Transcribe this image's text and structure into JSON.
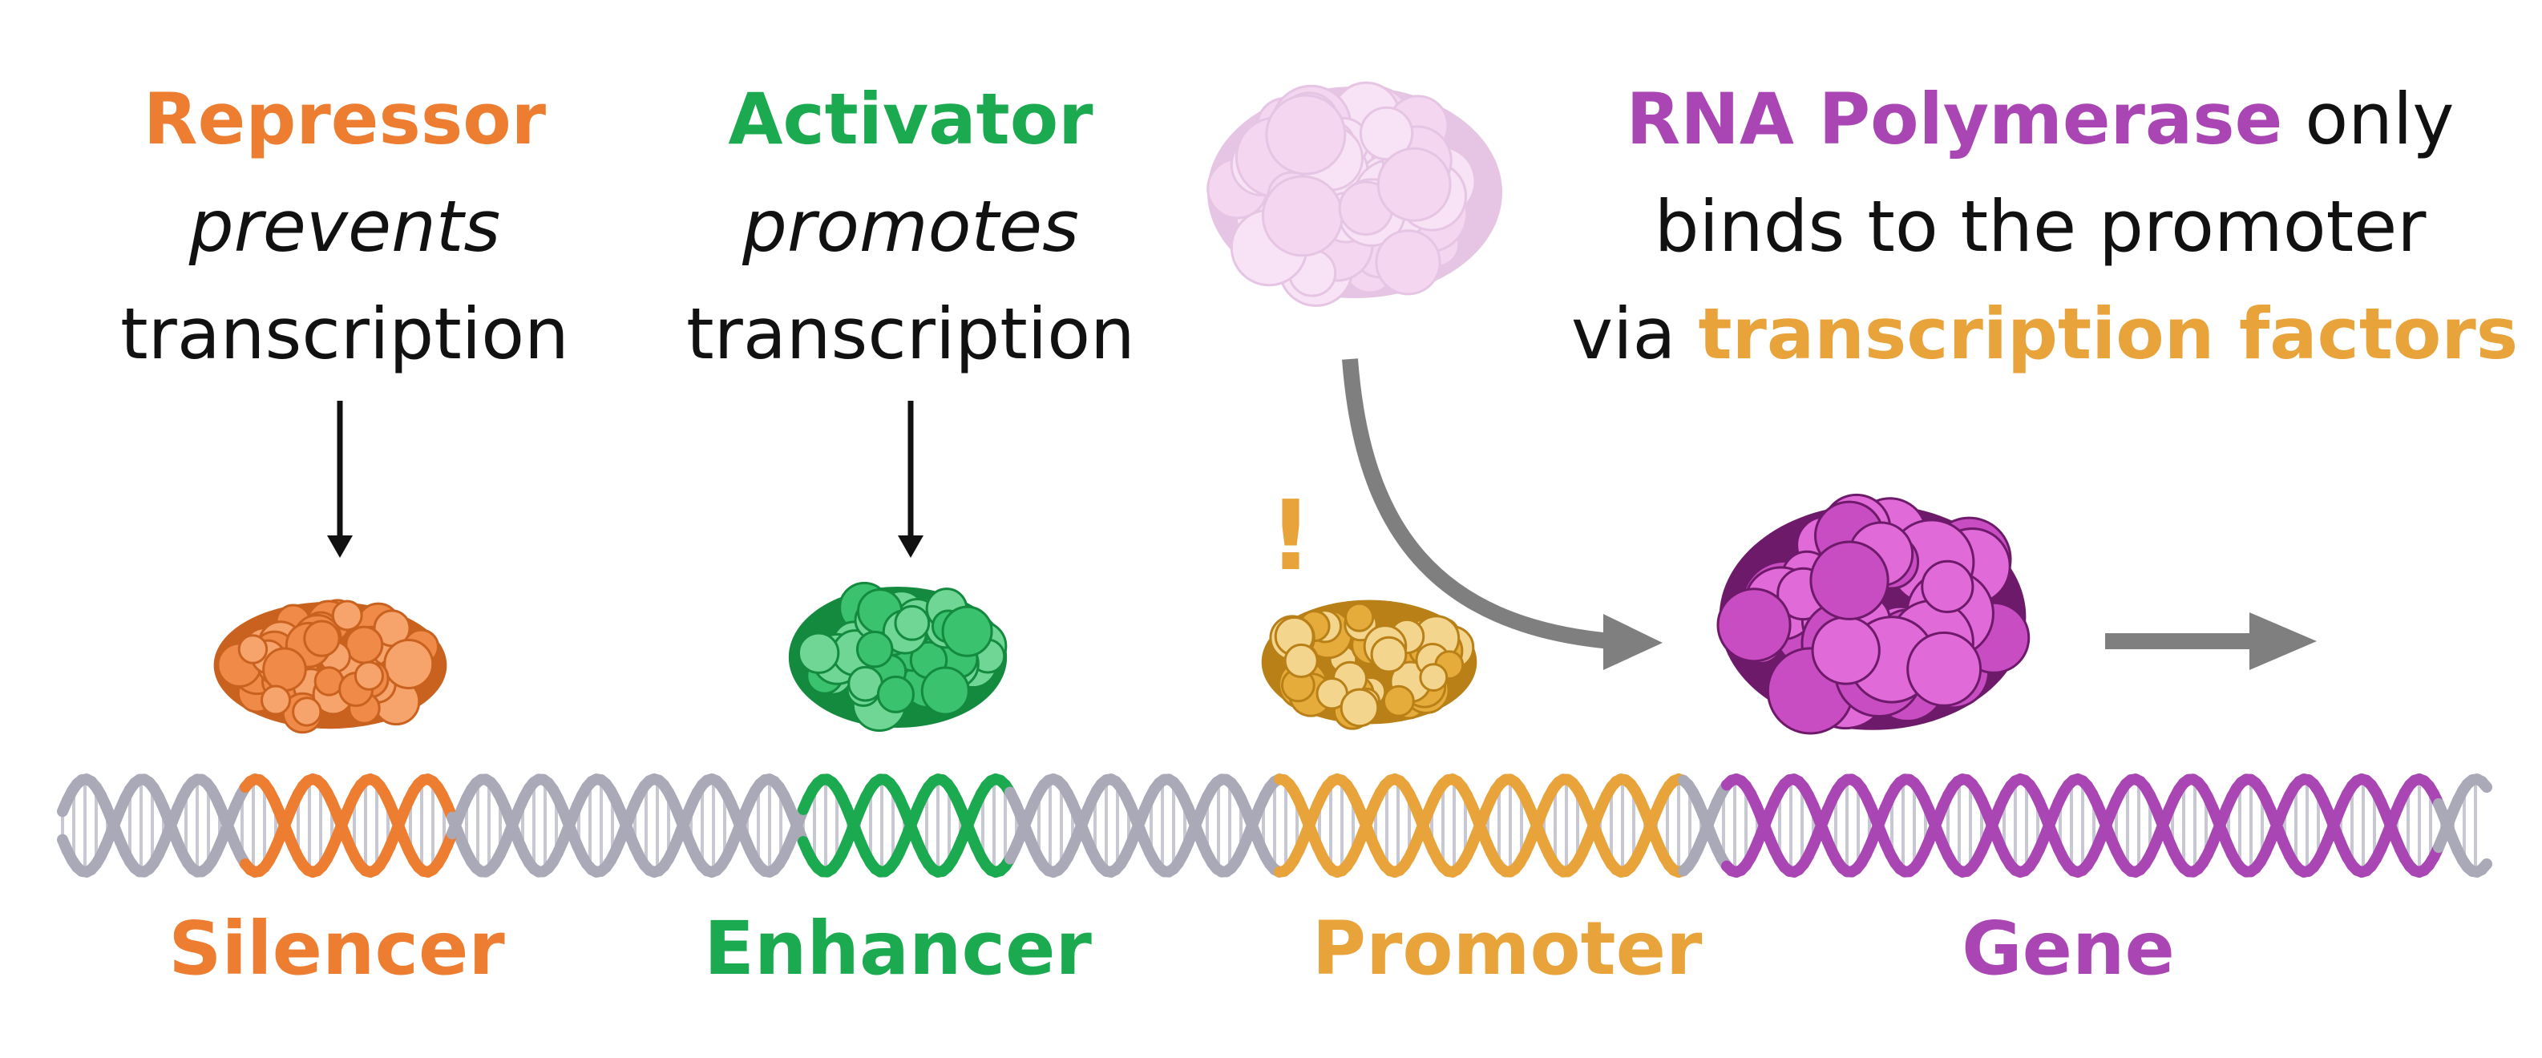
{
  "colors": {
    "repressor": "#ED7D31",
    "activator": "#1BAA50",
    "transcription_factor": "#E8A33A",
    "polymerase": "#A946B4",
    "text": "#111111",
    "arrow_gray": "#7F7F7F",
    "dna_gray": "#A9A9B8"
  },
  "repressor_caption": {
    "name": "Repressor",
    "verb": "prevents",
    "object": "transcription"
  },
  "activator_caption": {
    "name": "Activator",
    "verb": "promotes",
    "object": "transcription"
  },
  "polymerase_caption": {
    "name": "RNA Polymerase",
    "line1_rest": " only",
    "line2": "binds to the promoter",
    "line3_prefix": "via ",
    "factors": "transcription factors"
  },
  "promoter_alert": "!",
  "regions": {
    "silencer": "Silencer",
    "enhancer": "Enhancer",
    "promoter": "Promoter",
    "gene": "Gene"
  },
  "icons": {
    "repressor_protein": "protein-blob-icon",
    "activator_protein": "protein-blob-icon",
    "transcription_factor_protein": "protein-blob-icon",
    "polymerase_protein": "protein-blob-icon",
    "dna": "double-helix"
  }
}
